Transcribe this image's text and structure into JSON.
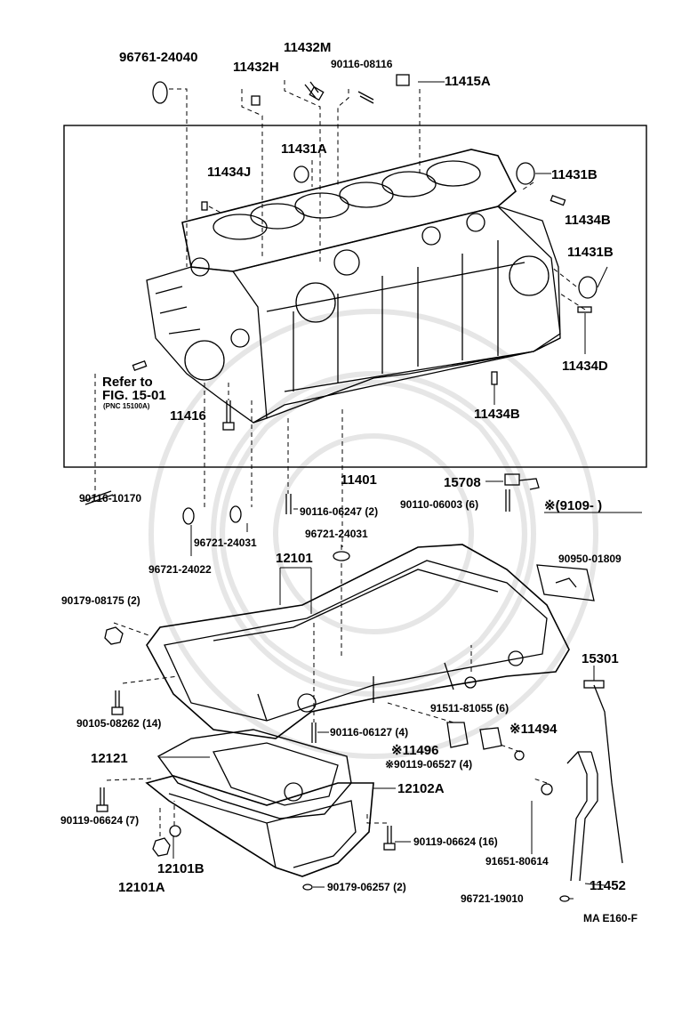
{
  "diagram": {
    "footer_code": "MA E160-F",
    "watermark": "circular-crest-watermark",
    "reference_note": {
      "line1": "Refer to",
      "line2": "FIG. 15-01",
      "line3": "(PNC 15100A)"
    },
    "applicability_note": "※(9109-        )",
    "parts": {
      "p96761_24040": "96761-24040",
      "p11432M": "11432M",
      "p11432H": "11432H",
      "p90116_08116": "90116-08116",
      "p11415A": "11415A",
      "p11431A": "11431A",
      "p11434J": "11434J",
      "p11431B_top": "11431B",
      "p11434B_top": "11434B",
      "p11431B_mid": "11431B",
      "p11434D": "11434D",
      "p11434B_bot": "11434B",
      "p11416": "11416",
      "p11401": "11401",
      "p15708": "15708",
      "p90110_06003": "90110-06003 (6)",
      "p90116_10170": "90116-10170",
      "p90116_06247": "90116-06247 (2)",
      "p96721_24031_a": "96721-24031",
      "p96721_24031_b": "96721-24031",
      "p96721_24022": "96721-24022",
      "p12101": "12101",
      "p90950_01809": "90950-01809",
      "p90179_08175": "90179-08175 (2)",
      "p15301": "15301",
      "p90105_08262": "90105-08262 (14)",
      "p91511_81055": "91511-81055 (6)",
      "p90116_06127": "90116-06127 (4)",
      "p11494": "※11494",
      "p11496": "※11496",
      "p90119_06527": "※90119-06527 (4)",
      "p12121": "12121",
      "p12102A": "12102A",
      "p90119_06624_a": "90119-06624 (7)",
      "p90119_06624_b": "90119-06624 (16)",
      "p91651_80614": "91651-80614",
      "p12101B": "12101B",
      "p12101A": "12101A",
      "p90179_06257": "90179-06257 (2)",
      "p11452": "11452",
      "p96721_19010": "96721-19010"
    }
  }
}
